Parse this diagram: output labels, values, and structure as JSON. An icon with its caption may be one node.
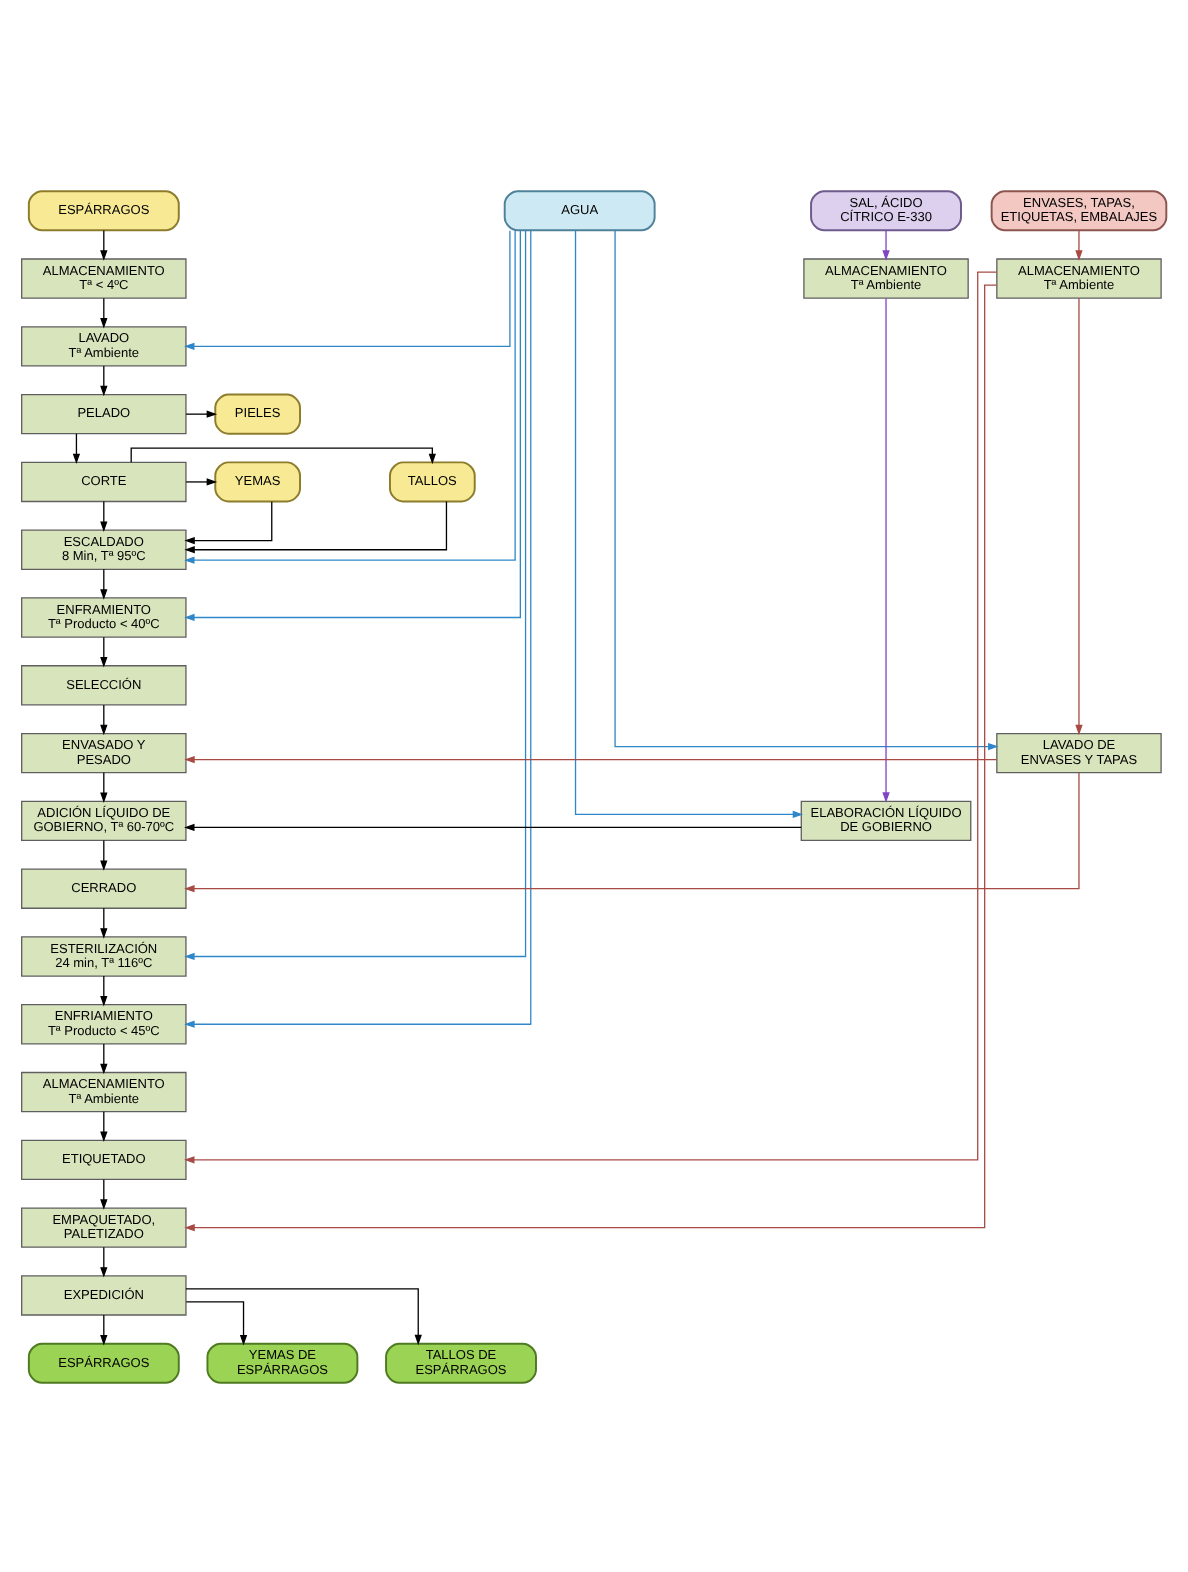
{
  "diagram": {
    "nodes": [
      {
        "text": [
          "ESPÁRRAGOS"
        ]
      },
      {
        "text": [
          "SAL, ÁCIDO CÍTRICO E-330"
        ]
      },
      {
        "text": [
          "AGUA"
        ]
      },
      {
        "text": [
          "ENVASES, TAPAS, ETIQUETAS, EMBALAJES"
        ]
      },
      {
        "text": [
          "ALMACENAMIENTO",
          "Tª < 4ºC"
        ]
      },
      {
        "text": [
          "ALMACENAMIENTO",
          "Tª Ambiente"
        ]
      },
      {
        "text": [
          "ALMACENAMIENTO",
          "Tª Ambiente"
        ]
      },
      {
        "text": [
          "LAVADO",
          "Tª Ambiente"
        ]
      },
      {
        "text": [
          "PIELES"
        ]
      },
      {
        "text": [
          "PELADO"
        ]
      },
      {
        "text": [
          "TALLOS"
        ]
      },
      {
        "text": [
          "CORTE"
        ]
      },
      {
        "text": [
          "YEMAS"
        ]
      },
      {
        "text": [
          "ESCALDADO",
          "8 Min, Tª 95ºC"
        ]
      },
      {
        "text": [
          "ENFRAMIENTO",
          "Tª Producto < 40ºC"
        ]
      },
      {
        "text": [
          "SELECCIÓN"
        ]
      },
      {
        "text": [
          "ENVASADO Y PESADO"
        ]
      },
      {
        "text": [
          "LAVADO DE ENVASES Y TAPAS"
        ]
      },
      {
        "text": [
          "ADICIÓN LÍQUIDO DE GOBIERNO, Tª 60-70ºC"
        ]
      },
      {
        "text": [
          "ELABORACIÓN LÍQUIDO DE GOBIERNO"
        ]
      },
      {
        "text": [
          "CERRADO"
        ]
      },
      {
        "text": [
          "ESTERILIZACIÓN",
          "24 min, Tª 116ºC"
        ]
      },
      {
        "text": [
          "ENFRIAMIENTO",
          "Tª Producto < 45ºC"
        ]
      },
      {
        "text": [
          "ALMACENAMIENTO",
          "Tª Ambiente"
        ]
      },
      {
        "text": [
          "ETIQUETADO"
        ]
      },
      {
        "text": [
          "EMPAQUETADO, PALETIZADO"
        ]
      },
      {
        "text": [
          "EXPEDICIÓN"
        ]
      },
      {
        "text": [
          "ESPÁRRAGOS"
        ]
      },
      {
        "text": [
          "YEMAS DE ESPÁRRAGOS"
        ]
      },
      {
        "text": [
          "TALLOS DE ESPÁRRAGOS"
        ]
      }
    ],
    "edges": [
      {
        "from": 0,
        "to": 4,
        "arrow": "to"
      },
      {
        "from": 1,
        "to": 5,
        "arrow": "to",
        "color": "#7f44c4"
      },
      {
        "from": 3,
        "to": 6,
        "arrow": "to",
        "color": "#a84a44"
      },
      {
        "from": 4,
        "to": 7,
        "arrow": "to"
      },
      {
        "from": 2,
        "to": 7,
        "arrow": "to",
        "color": "#2f86c8"
      },
      {
        "from": 7,
        "to": 9,
        "arrow": "to"
      },
      {
        "from": 9,
        "to": 8,
        "arrow": "to"
      },
      {
        "from": 9,
        "to": 11,
        "arrow": "to"
      },
      {
        "from": 11,
        "to": 10,
        "arrow": "to"
      },
      {
        "from": 11,
        "to": 12,
        "arrow": "to"
      },
      {
        "from": 10,
        "to": 13,
        "arrow": "to"
      },
      {
        "from": 11,
        "to": 13,
        "arrow": "to"
      },
      {
        "from": 12,
        "to": 13,
        "arrow": "to"
      },
      {
        "from": 2,
        "to": 13,
        "arrow": "to",
        "color": "#2f86c8"
      },
      {
        "from": 13,
        "to": 14,
        "arrow": "to"
      },
      {
        "from": 2,
        "to": 14,
        "arrow": "to",
        "color": "#2f86c8"
      },
      {
        "from": 14,
        "to": 15,
        "arrow": "to"
      },
      {
        "from": 15,
        "to": 16,
        "arrow": "to"
      },
      {
        "from": 2,
        "to": 17,
        "arrow": "to",
        "color": "#2f86c8"
      },
      {
        "from": 6,
        "to": 17,
        "arrow": "to",
        "color": "#a84a44"
      },
      {
        "from": 17,
        "to": 16,
        "arrow": "to",
        "color": "#a84a44"
      },
      {
        "from": 16,
        "to": 18,
        "arrow": "to"
      },
      {
        "from": 5,
        "to": 19,
        "arrow": "to",
        "color": "#7f44c4"
      },
      {
        "from": 2,
        "to": 19,
        "arrow": "to",
        "color": "#2f86c8"
      },
      {
        "from": 19,
        "to": 18,
        "arrow": "to"
      },
      {
        "from": 18,
        "to": 20,
        "arrow": "to"
      },
      {
        "from": 17,
        "to": 20,
        "arrow": "to",
        "color": "#a84a44"
      },
      {
        "from": 20,
        "to": 21,
        "arrow": "to"
      },
      {
        "from": 2,
        "to": 21,
        "arrow": "to",
        "color": "#2f86c8"
      },
      {
        "from": 21,
        "to": 22,
        "arrow": "to"
      },
      {
        "from": 2,
        "to": 22,
        "arrow": "to",
        "color": "#2f86c8"
      },
      {
        "from": 22,
        "to": 23,
        "arrow": "to"
      },
      {
        "from": 23,
        "to": 24,
        "arrow": "to"
      },
      {
        "from": 6,
        "to": 24,
        "arrow": "to",
        "color": "#a84a44"
      },
      {
        "from": 24,
        "to": 25,
        "arrow": "to"
      },
      {
        "from": 6,
        "to": 25,
        "arrow": "to",
        "color": "#a84a44"
      },
      {
        "from": 25,
        "to": 26,
        "arrow": "to"
      },
      {
        "from": 26,
        "to": 27,
        "arrow": "to"
      },
      {
        "from": 26,
        "to": 28,
        "arrow": "to"
      },
      {
        "from": 26,
        "to": 29,
        "arrow": "to"
      }
    ]
  }
}
